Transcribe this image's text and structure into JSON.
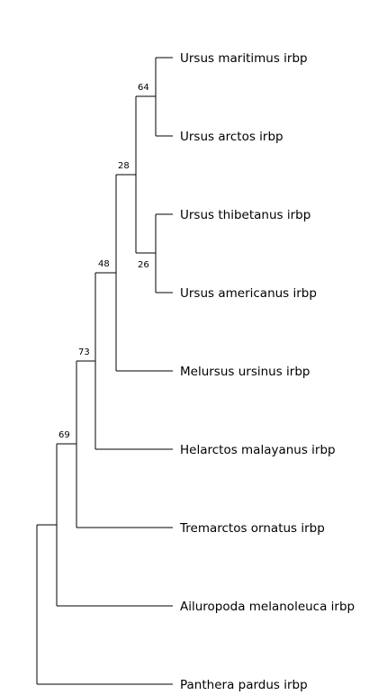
{
  "tree": {
    "taxa": [
      "Ursus maritimus irbp",
      "Ursus arctos irbp",
      "Ursus thibetanus irbp",
      "Ursus americanus irbp",
      "Melursus ursinus irbp",
      "Helarctos malayanus irbp",
      "Tremarctos ornatus irbp",
      "Ailuropoda melanoleuca irbp",
      "Panthera pardus irbp"
    ],
    "support": {
      "maritimus_arctos": "64",
      "thibetanus_americanus": "26",
      "ursus": "28",
      "ursus_melursus": "48",
      "ursinae": "73",
      "ursidae": "69"
    }
  }
}
